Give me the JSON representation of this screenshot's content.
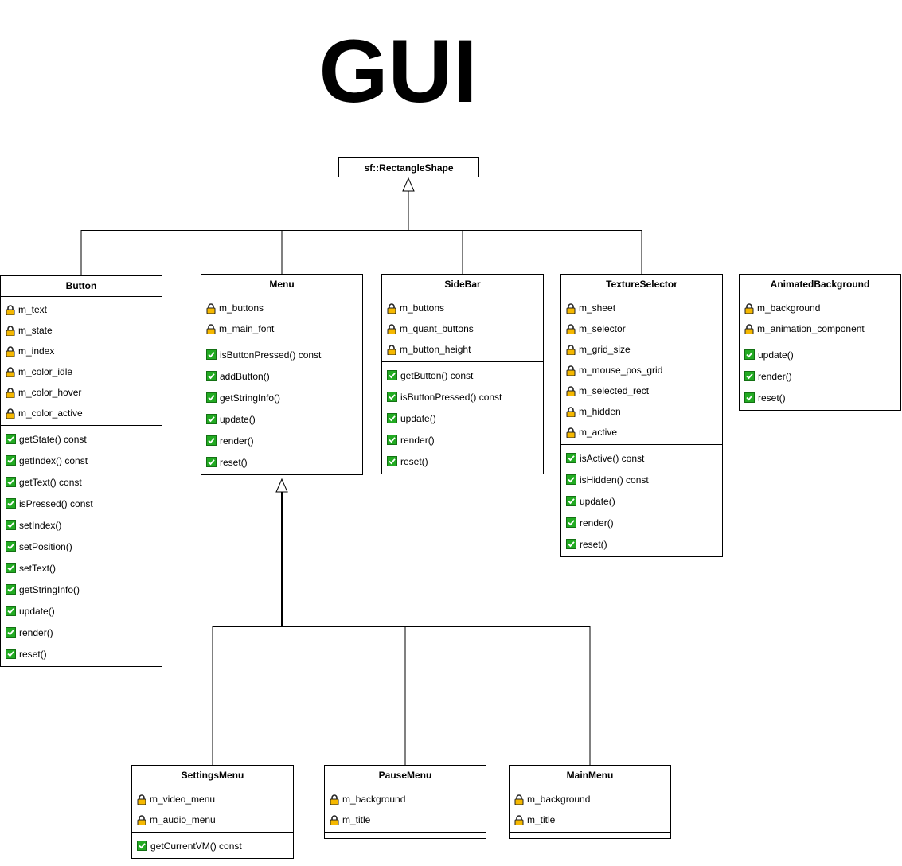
{
  "title": "GUI",
  "base_class": "sf::RectangleShape",
  "classes": {
    "button": {
      "name": "Button",
      "attributes": [
        "m_text",
        "m_state",
        "m_index",
        "m_color_idle",
        "m_color_hover",
        "m_color_active"
      ],
      "methods": [
        "getState() const",
        "getIndex() const",
        "getText() const",
        "isPressed() const",
        "setIndex()",
        "setPosition()",
        "setText()",
        "getStringInfo()",
        "update()",
        "render()",
        "reset()"
      ]
    },
    "menu": {
      "name": "Menu",
      "attributes": [
        "m_buttons",
        "m_main_font"
      ],
      "methods": [
        "isButtonPressed() const",
        "addButton()",
        "getStringInfo()",
        "update()",
        "render()",
        "reset()"
      ]
    },
    "sidebar": {
      "name": "SideBar",
      "attributes": [
        "m_buttons",
        "m_quant_buttons",
        "m_button_height"
      ],
      "methods": [
        "getButton() const",
        "isButtonPressed() const",
        "update()",
        "render()",
        "reset()"
      ]
    },
    "texture_selector": {
      "name": "TextureSelector",
      "attributes": [
        "m_sheet",
        "m_selector",
        "m_grid_size",
        "m_mouse_pos_grid",
        "m_selected_rect",
        "m_hidden",
        "m_active"
      ],
      "methods": [
        "isActive() const",
        "isHidden() const",
        "update()",
        "render()",
        "reset()"
      ]
    },
    "animated_background": {
      "name": "AnimatedBackground",
      "attributes": [
        "m_background",
        "m_animation_component"
      ],
      "methods": [
        "update()",
        "render()",
        "reset()"
      ]
    },
    "settings_menu": {
      "name": "SettingsMenu",
      "attributes": [
        "m_video_menu",
        "m_audio_menu"
      ],
      "methods": [
        "getCurrentVM() const"
      ]
    },
    "pause_menu": {
      "name": "PauseMenu",
      "attributes": [
        "m_background",
        "m_title"
      ],
      "methods": []
    },
    "main_menu": {
      "name": "MainMenu",
      "attributes": [
        "m_background",
        "m_title"
      ],
      "methods": []
    }
  },
  "icons": {
    "attribute": "lock-icon",
    "method": "check-icon"
  },
  "colors": {
    "lock_body": "#f5b800",
    "check_fill": "#22aa22",
    "line": "#000000"
  }
}
